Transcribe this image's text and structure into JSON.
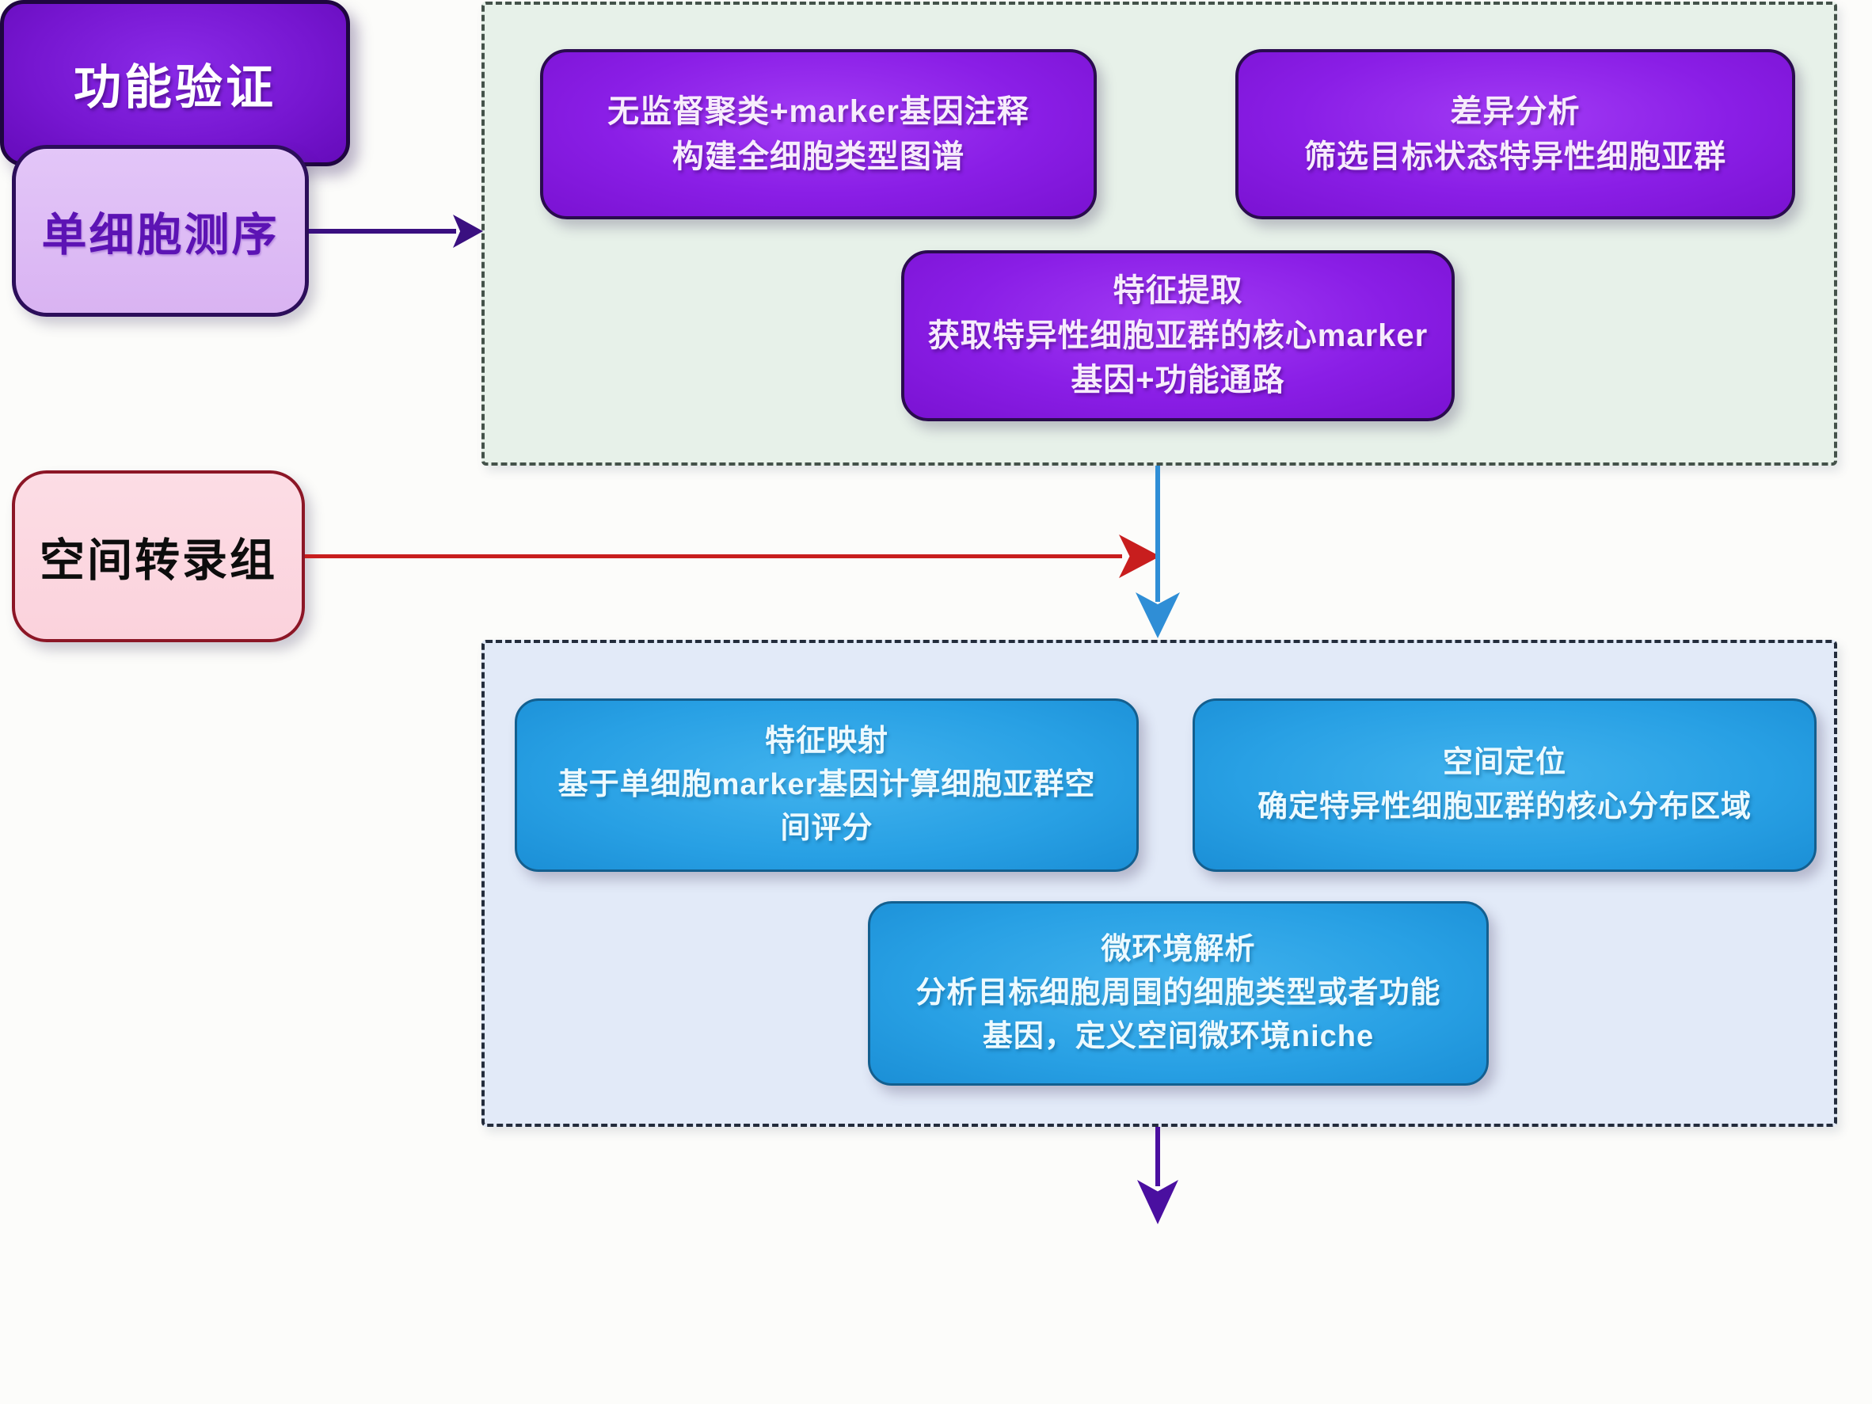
{
  "palette": {
    "bg": "#fcfcfa",
    "panel-green-bg": "#e7f1e9",
    "panel-green-border": "#44524a",
    "panel-blue-bg": "#e2eaf8",
    "panel-blue-border": "#232c3c",
    "node-purple": "#8a1ee6",
    "node-purple-border": "#2a0c4e",
    "node-purple-text": "#f7ecfc",
    "node-blue": "#28a0e4",
    "node-blue-border": "#135f8f",
    "node-blue-text": "#edfaff",
    "input-purple-bg": "#d9b3f2",
    "input-purple-border": "#2c0e5a",
    "input-purple-text": "#5c13b4",
    "input-pink-bg": "#fbd2dc",
    "input-pink-border": "#8c1626",
    "input-pink-text": "#0d0d0d",
    "arrow-purple": "#3a1080",
    "arrow-red": "#c81e1e",
    "arrow-blue": "#2f8ed6",
    "arrow-deep-purple": "#4a0fa0",
    "final-bg": "#7616d0",
    "final-border": "#1f0640",
    "final-text": "#ffffff"
  },
  "inputs": {
    "single_cell": {
      "label": "单细胞测序"
    },
    "spatial": {
      "label": "空间转录组"
    }
  },
  "sc_panel": {
    "clustering": "无监督聚类+marker基因注释\n构建全细胞类型图谱",
    "differential": "差异分析\n筛选目标状态特异性细胞亚群",
    "feature_extraction": "特征提取\n获取特异性细胞亚群的核心marker\n基因+功能通路"
  },
  "st_panel": {
    "feature_mapping": "特征映射\n基于单细胞marker基因计算细胞亚群空\n间评分",
    "spatial_localization": "空间定位\n确定特异性细胞亚群的核心分布区域",
    "microenvironment": "微环境解析\n分析目标细胞周围的细胞类型或者功能\n基因，定义空间微环境niche"
  },
  "final": {
    "label": "功能验证"
  }
}
